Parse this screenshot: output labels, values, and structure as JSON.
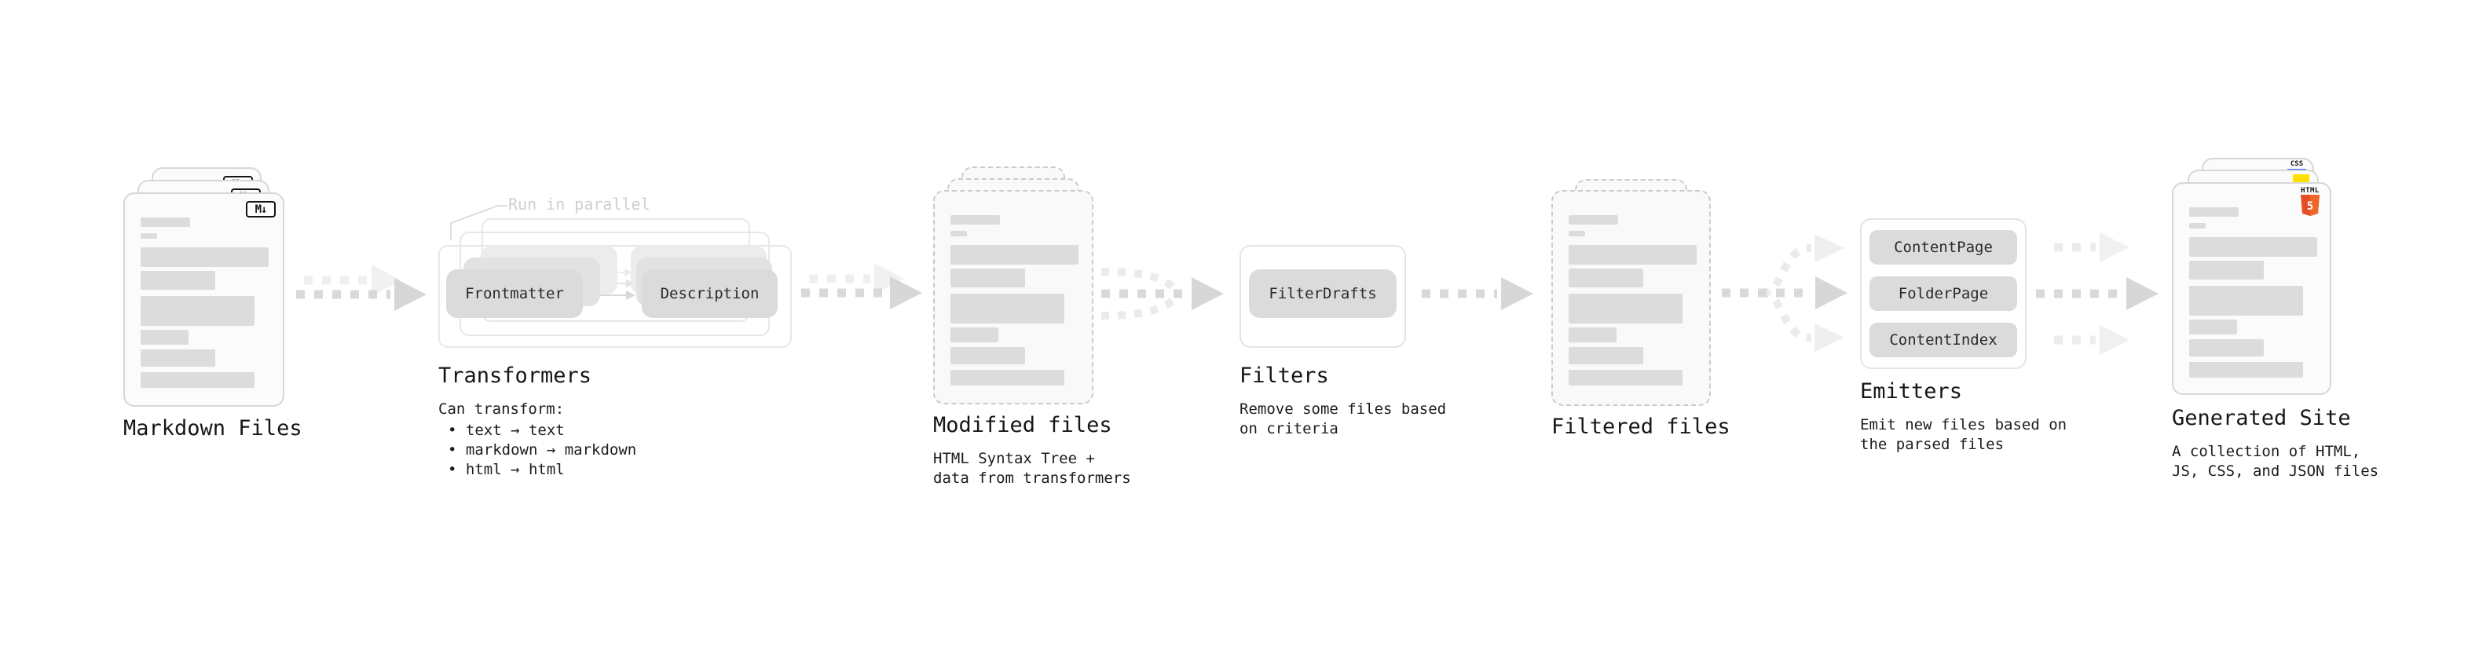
{
  "colors": {
    "css_blue": "#2465f1",
    "js_yellow": "#ffdf00",
    "html_orange": "#e44d26",
    "html_orange_light": "#f16529"
  },
  "sections": {
    "markdown_files": {
      "title": "Markdown Files",
      "file_badge": "M↓"
    },
    "transformers": {
      "note": "Run in parallel",
      "pill_left": "Frontmatter",
      "pill_right": "Description",
      "title": "Transformers",
      "desc_heading": "Can transform:",
      "bullets": [
        "text → text",
        "markdown → markdown",
        "html → html"
      ]
    },
    "modified_files": {
      "title": "Modified files",
      "desc": [
        "HTML Syntax Tree +",
        "data from transformers"
      ]
    },
    "filters": {
      "title": "Filters",
      "pill": "FilterDrafts",
      "desc": [
        "Remove some files based",
        "on criteria"
      ]
    },
    "filtered_files": {
      "title": "Filtered files"
    },
    "emitters": {
      "title": "Emitters",
      "pills": [
        "ContentPage",
        "FolderPage",
        "ContentIndex"
      ],
      "desc": [
        "Emit new files based on",
        "the parsed files"
      ]
    },
    "generated_site": {
      "title": "Generated Site",
      "desc": [
        "A collection of HTML,",
        "JS, CSS, and JSON files"
      ],
      "badges": {
        "css": "CSS",
        "html": "HTML",
        "html_number": "5"
      }
    }
  }
}
